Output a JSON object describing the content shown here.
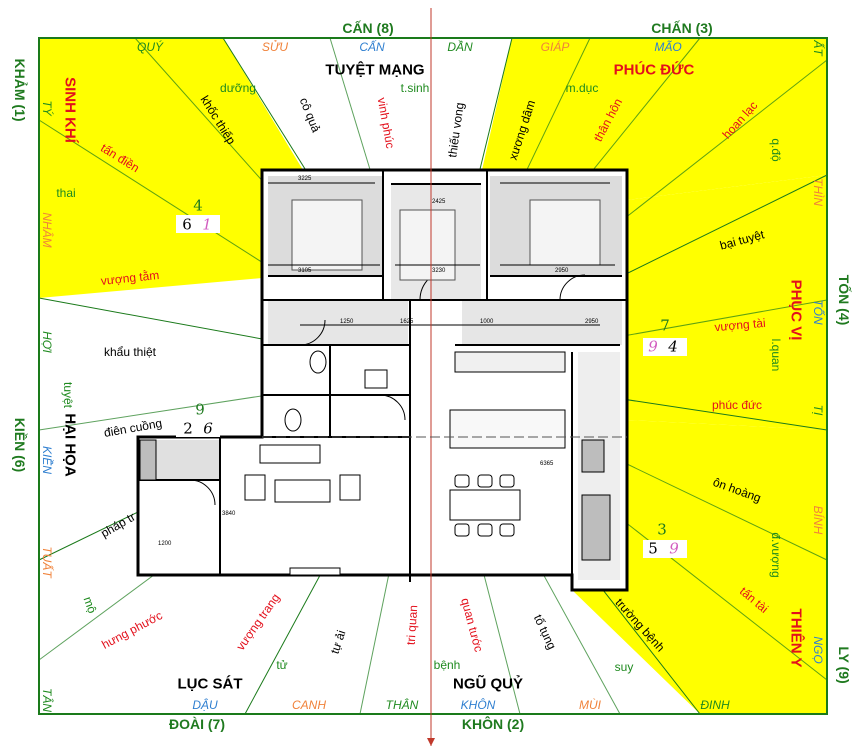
{
  "colors": {
    "yellow_sector": "#ffff00",
    "frame": "#1a7a1a",
    "zone_red": "#e3101c",
    "axis": "#c0392b"
  },
  "directions": {
    "can": "CẤN (8)",
    "chan": "CHẤN (3)",
    "khan": "KHẢM (1)",
    "ton": "TỐN (4)",
    "kien": "KIỀN (6)",
    "ly": "LY (9)",
    "doai": "ĐOÀI (7)",
    "khon": "KHÔN (2)"
  },
  "zones": {
    "tuyet_mang": "TUYỆT MẠNG",
    "phuc_duc": "PHÚC ĐỨC",
    "sinh_khi": "SINH KHÍ",
    "phuc_vi": "PHỤC VỊ",
    "hai_hoa": "HẠI HỌA",
    "thien_y": "THIÊN Y",
    "luc_sat": "LỤC SÁT",
    "ngu_quy": "NGŨ QUỶ"
  },
  "mountains": {
    "quy": "QUÝ",
    "suu": "SỬU",
    "can": "CẤN",
    "dan": "DẦN",
    "giap": "GIÁP",
    "mao": "MÃO",
    "at": "ẤT",
    "ty_left": "TÝ",
    "nham": "NHÂM",
    "hoi": "HỢI",
    "kien": "KIỀN",
    "tuat": "TUẤT",
    "tan": "TÂN",
    "thin": "THÌN",
    "ton": "TỐN",
    "ti": "TỊ",
    "binh": "BÍNH",
    "ngo": "NGỌ",
    "dau": "DẬU",
    "canh": "CANH",
    "than": "THÂN",
    "khon": "KHÔN",
    "mui": "MÙI",
    "dinh": "ĐINH"
  },
  "sub_labels": {
    "duong": "dưỡng",
    "t_sinh": "t.sinh",
    "m_duc": "m.dục",
    "q_do": "q.độ",
    "thai": "thai",
    "l_quan": "l.quan",
    "tuyet": "tuyệt",
    "d_vuong": "đ.vượng",
    "mo": "mộ",
    "tu": "tử",
    "benh": "bệnh",
    "suy": "suy"
  },
  "stars": {
    "khoc_thiep": "khốc thiếp",
    "co_qua": "cô quả",
    "vinh_phuc": "vinh phúc",
    "thieu_vong": "thiếu vong",
    "xuong_dam": "xương dâm",
    "than_hon": "thân hôn",
    "hoan_lac": "hoan lạc",
    "tan_dien": "tấn điền",
    "vuong_tam": "vượng tằm",
    "bai_tuyet": "bại tuyệt",
    "vuong_tai": "vượng tài",
    "khau_thiet": "khẩu thiệt",
    "phuc_duc_small": "phúc đức",
    "dien_cuong": "điên cuồng",
    "on_hoang": "ôn hoàng",
    "phap_truong": "pháp tr",
    "tan_tai": "tấn tài",
    "hung_phuoc": "hưng phước",
    "vuong_trang": "vượng trang",
    "tu_ai": "tự ải",
    "tri_quan": "tri quan",
    "quan_tuoc": "quan tước",
    "to_tung": "tố tụng",
    "truong_benh": "trường bệnh"
  },
  "flying_stars": {
    "nw": {
      "top": "4",
      "left": "6",
      "right": "1"
    },
    "e": {
      "top": "7",
      "left": "9",
      "right": "4"
    },
    "w": {
      "top": "9",
      "left": "2",
      "right": "6"
    },
    "se": {
      "top": "3",
      "left": "5",
      "right": "9"
    }
  },
  "plan_texts": {
    "d1": "3225",
    "d2": "3105",
    "d3": "2425",
    "d4": "3230",
    "d5": "2950",
    "d6": "1625",
    "d7": "1000",
    "d8": "6365",
    "d9": "3840",
    "d10": "1200",
    "d11": "2950",
    "d12": "1250"
  }
}
